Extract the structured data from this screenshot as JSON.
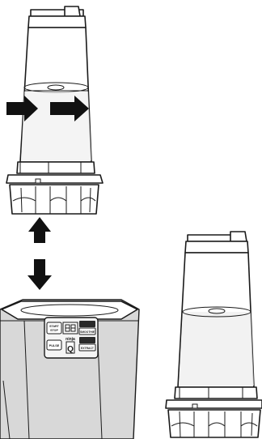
{
  "control_panel": {
    "start_stop": "START\nSTOP",
    "smoothie": "SMOOTHIE",
    "pulse": "PULSE",
    "extract": "EXTRACT",
    "brand": "ninja"
  }
}
